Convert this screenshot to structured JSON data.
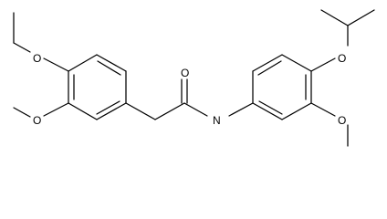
{
  "structure": {
    "atom_labels": {
      "o_top_methoxy": "O",
      "o_left_methoxy": "O",
      "o_carbonyl": "O",
      "n_amide": "N",
      "o_isopropoxy": "O",
      "o_right_methoxy": "O"
    }
  }
}
